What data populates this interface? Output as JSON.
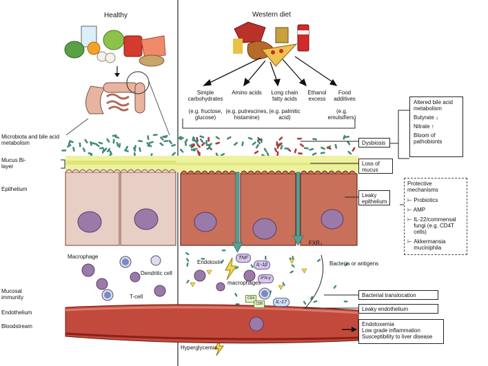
{
  "headers": {
    "healthy": "Healthy",
    "western": "Western diet"
  },
  "left_labels": {
    "microbiota": "Microbiota and bile acid metabolism",
    "mucus": "Mucus Bi-layer",
    "epithelium": "Epithelium",
    "mucosal": "Mucosal immunity",
    "endothelium": "Endothelium",
    "bloodstream": "Bloodstream"
  },
  "components": [
    {
      "title": "Simple carbohydrates",
      "example": "(e.g. fructose, glucose)"
    },
    {
      "title": "Amino acids",
      "example": "(e.g. putrescines, histamine)"
    },
    {
      "title": "Long chain fatty acids",
      "example": "(e.g. palmitic acid)"
    },
    {
      "title": "Ethanol excess",
      "example": ""
    },
    {
      "title": "Food additives",
      "example": "(e.g. emulsifiers)"
    }
  ],
  "boxes": {
    "dysbiosis": "Dysbiosis",
    "loss_mucus": "Loss of mucus",
    "leaky_epithelium": "Leaky epithelium",
    "bacterial_translocation": "Bacterial translocation",
    "leaky_endothelium": "Leaky endothelium",
    "outcomes": [
      "Endotoxemia",
      "Low grade inflammation",
      "Susceptibility to liver disease"
    ]
  },
  "dysbiosis_details": [
    "Altered bile acid metabolism",
    "Butyrate",
    "Nitrate",
    "Bloom of pathobionts"
  ],
  "protective": {
    "title": "Protective mechanisms",
    "items": [
      "Probiotics",
      "AMP",
      "IL-22/commensal fungi (e.g. CD4T cells)",
      "Akkermansia muciniphila"
    ]
  },
  "immune_labels": {
    "macrophage": "Macrophage",
    "dendritic": "Dendritic cell",
    "tcell": "T-cell",
    "endotoxin": "Endotoxin",
    "macrophages": "macrophages",
    "fxr": "FXR",
    "bacteria": "Bacteria or antigens",
    "hyperglycemia": "Hyperglycemia",
    "tnf": "TNF",
    "il1b": "IL-1β",
    "ifng": "IFN-γ",
    "il17": "IL-17",
    "cd4": "CD4",
    "cd8": "CD8"
  },
  "colors": {
    "healthy_cell": "#e8cfc6",
    "leaky_cell": "#c8705a",
    "mucus": "#eef2a0",
    "nucleus": "#9a7aa8",
    "vessel": "#c24a3c",
    "bacteria": "#3f8a78",
    "pathobiont": "#a83a3a",
    "arrow": "#5a9e94",
    "lps": "#f2d84a"
  }
}
